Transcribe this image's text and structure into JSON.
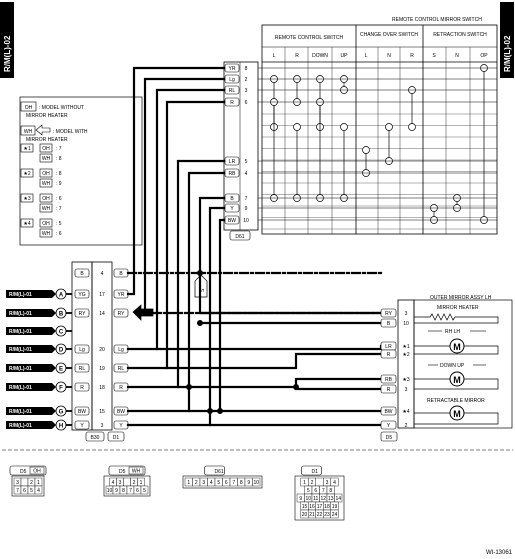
{
  "page_id": "R/M(L)-02",
  "figure_code": "WI-13061",
  "switch_title": "REMOTE CONTROL MIRROR SWITCH",
  "switch_groups": [
    {
      "title": "REMOTE CONTROL SWITCH",
      "cols": [
        "L",
        "R",
        "DOWN",
        "UP"
      ]
    },
    {
      "title": "CHANGE OVER SWITCH",
      "cols": [
        "L",
        "N",
        "R"
      ]
    },
    {
      "title": "RETRACTION SWITCH",
      "cols": [
        "S",
        "N",
        "OP"
      ]
    }
  ],
  "d61_pins": [
    {
      "color": "YR",
      "pin": "8"
    },
    {
      "color": "Lg",
      "pin": "2"
    },
    {
      "color": "RL",
      "pin": "3"
    },
    {
      "color": "R",
      "pin": "6"
    },
    {
      "color": "LR",
      "pin": "5"
    },
    {
      "color": "RB",
      "pin": "4"
    },
    {
      "color": "B",
      "pin": "7"
    },
    {
      "color": "Y",
      "pin": "9"
    },
    {
      "color": "BW",
      "pin": "10"
    }
  ],
  "connectors": {
    "d61": "D61",
    "b30": "B30",
    "d1": "D1",
    "d5": "D5"
  },
  "legend": {
    "oh_tag": "OH",
    "oh_text_1": ": MODEL WITHOUT",
    "oh_text_2": "MIRROR HEATER",
    "wh_tag": "WH",
    "wh_text_1": ": MODEL WITH",
    "wh_text_2": "MIRROR HEATER",
    "notes": [
      {
        "star": "★1",
        "oh": "7",
        "wh": "8"
      },
      {
        "star": "★2",
        "oh": "8",
        "wh": "9"
      },
      {
        "star": "★3",
        "oh": "6",
        "wh": "7"
      },
      {
        "star": "★4",
        "oh": "5",
        "wh": "6"
      }
    ]
  },
  "left_refs": [
    {
      "ref": "R/M(L)-01",
      "letter": "A"
    },
    {
      "ref": "R/M(L)-01",
      "letter": "B"
    },
    {
      "ref": "R/M(L)-01",
      "letter": "C"
    },
    {
      "ref": "R/M(L)-01",
      "letter": "D"
    },
    {
      "ref": "R/M(L)-01",
      "letter": "E"
    },
    {
      "ref": "R/M(L)-01",
      "letter": "F"
    },
    {
      "ref": "R/M(L)-01",
      "letter": "G"
    },
    {
      "ref": "R/M(L)-01",
      "letter": "H"
    }
  ],
  "b30_rows": [
    {
      "lw": "B",
      "pin": "4",
      "rw": "B"
    },
    {
      "lw": "YG",
      "pin": "17",
      "rw": "YR"
    },
    {
      "lw": "RY",
      "pin": "14",
      "rw": "RY"
    },
    {
      "lw": "Lg",
      "pin": "20",
      "rw": "Lg"
    },
    {
      "lw": "RL",
      "pin": "19",
      "rw": "RL"
    },
    {
      "lw": "R",
      "pin": "18",
      "rw": "R"
    },
    {
      "lw": "BW",
      "pin": "15",
      "rw": "BW"
    },
    {
      "lw": "Y",
      "pin": "3",
      "rw": "Y"
    }
  ],
  "wh_arrow": "WH",
  "splice_label": "S",
  "mirror": {
    "title": "OUTER MIRROR ASSY LH",
    "heater": "MIRROR HEATER",
    "rhlh": "RH  LH",
    "downup": "DOWN  UP",
    "retract": "RETRACTABLE MIRROR",
    "pins": [
      {
        "color": "RY",
        "pin": "3"
      },
      {
        "color": "B",
        "pin": "10"
      },
      {
        "color": "LR",
        "pin": "★1"
      },
      {
        "color": "R",
        "pin": "★2"
      },
      {
        "color": "RB",
        "pin": "★3"
      },
      {
        "color": "R",
        "pin": "3"
      },
      {
        "color": "BW",
        "pin": "★4"
      },
      {
        "color": "Y",
        "pin": "2"
      }
    ]
  },
  "bottom": {
    "d5_oh_label": "D5",
    "d5_oh_tag": "OH",
    "d5_oh_r1": [
      "3",
      "",
      "2",
      "1"
    ],
    "d5_oh_r2": [
      "7",
      "6",
      "5",
      "4"
    ],
    "d5_wh_label": "D5",
    "d5_wh_tag": "WH",
    "d5_wh_r1": [
      "4",
      "3",
      "",
      "2",
      "1"
    ],
    "d5_wh_r2": [
      "10",
      "9",
      "8",
      "7",
      "6",
      "5"
    ],
    "d61_label": "D61",
    "d61_cells": [
      "1",
      "2",
      "3",
      "4",
      "5",
      "6",
      "7",
      "8",
      "9",
      "10"
    ],
    "d1_label": "D1",
    "d1_rows": [
      [
        "1",
        "2",
        "",
        "3",
        "4"
      ],
      [
        "5",
        "6",
        "7",
        "8"
      ],
      [
        "9",
        "10",
        "11",
        "12",
        "13",
        "14"
      ],
      [
        "15",
        "16",
        "17",
        "18",
        "19"
      ],
      [
        "20",
        "21",
        "22",
        "23",
        "24"
      ]
    ]
  }
}
